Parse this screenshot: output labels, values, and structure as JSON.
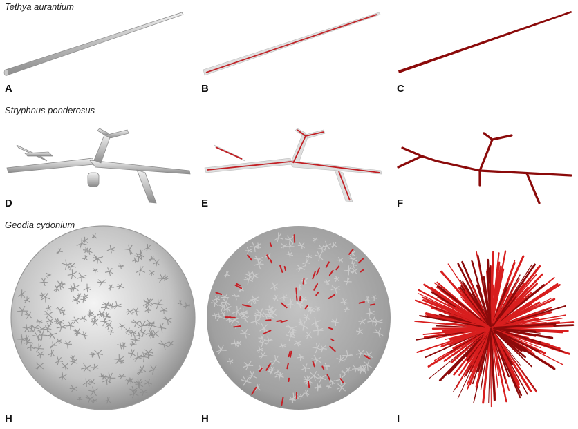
{
  "rows": [
    {
      "species": "Tethya aurantium",
      "panels": [
        {
          "label": "A",
          "style": "surface"
        },
        {
          "label": "B",
          "style": "translucent"
        },
        {
          "label": "C",
          "style": "canal"
        }
      ]
    },
    {
      "species": "Stryphnus ponderosus",
      "panels": [
        {
          "label": "D",
          "style": "surface"
        },
        {
          "label": "E",
          "style": "translucent"
        },
        {
          "label": "F",
          "style": "canal"
        }
      ]
    },
    {
      "species": "Geodia cydonium",
      "panels": [
        {
          "label": "H",
          "style": "surface"
        },
        {
          "label": "H",
          "style": "translucent"
        },
        {
          "label": "I",
          "style": "canal"
        }
      ]
    }
  ],
  "colors": {
    "silica_light": "#e6e6e6",
    "silica_mid": "#bdbdbd",
    "silica_dark": "#8a8a8a",
    "canal_dark": "#8b0a0a",
    "canal_bright": "#d81e1e"
  }
}
